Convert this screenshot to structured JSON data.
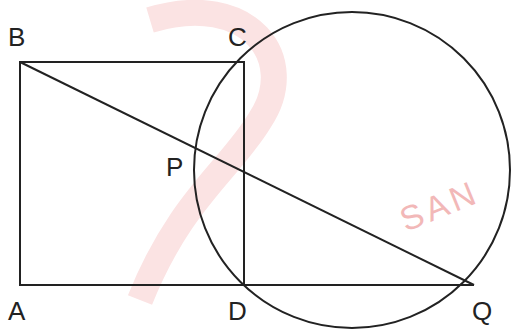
{
  "diagram": {
    "labels": [
      "B",
      "C",
      "P",
      "A",
      "D",
      "Q",
      "SAN"
    ]
  }
}
